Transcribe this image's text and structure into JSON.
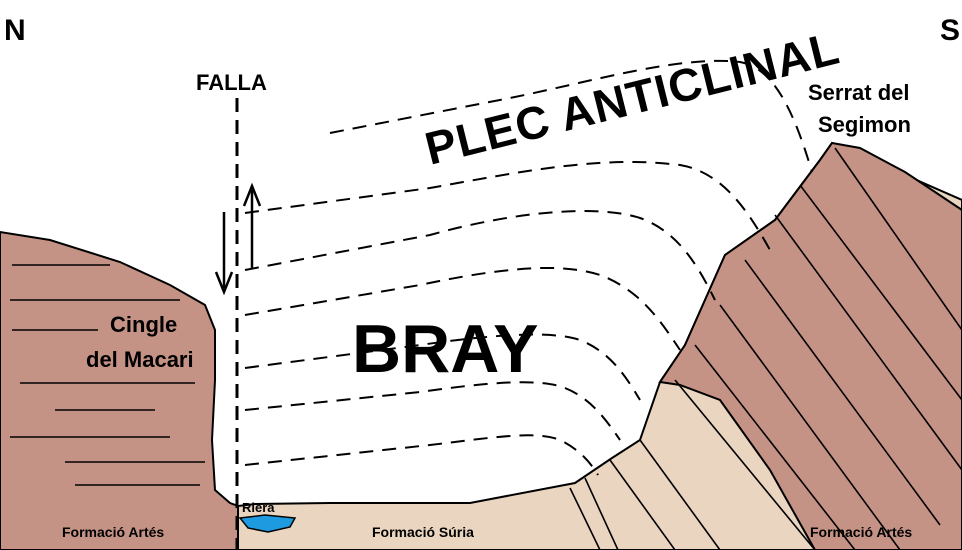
{
  "compass": {
    "north": "N",
    "south": "S"
  },
  "fault": {
    "label": "FALLA"
  },
  "fold": {
    "label": "PLEC ANTICLINAL"
  },
  "valley": {
    "label": "BRAY"
  },
  "stream": {
    "label": "Riera"
  },
  "places": {
    "cingle_line1": "Cingle",
    "cingle_line2": "del Macari",
    "serrat_line1": "Serrat del",
    "serrat_line2": "Segimon"
  },
  "formations": {
    "left": "Formació Artés",
    "middle": "Formació Súria",
    "right": "Formació Artés"
  },
  "colors": {
    "artes": "#c59385",
    "suria": "#ead5c0",
    "riera": "#1e9be0",
    "outline": "#000000"
  }
}
